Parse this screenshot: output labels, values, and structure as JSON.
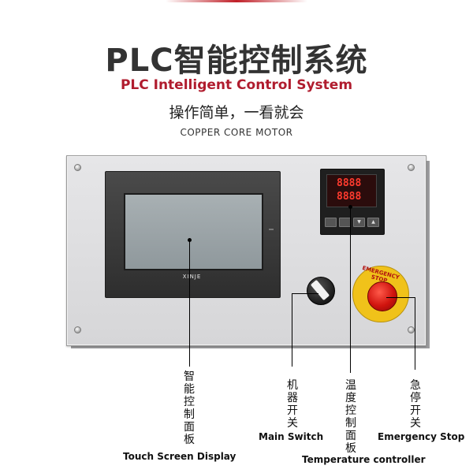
{
  "header": {
    "title_cn": "PLC智能控制系统",
    "title_en": "PLC Intelligent Control System",
    "subtitle_cn": "操作简单，一看就会",
    "subtitle_en": "COPPER CORE MOTOR"
  },
  "panel": {
    "hmi_brand": "XINJE",
    "temperature_display": [
      "8888",
      "8888"
    ]
  },
  "callouts": {
    "touch_screen": {
      "label_cn": "智能控制面板",
      "label_en": "Touch Screen Display"
    },
    "main_switch": {
      "label_cn": "机器开关",
      "label_en": "Main Switch"
    },
    "temperature": {
      "label_cn": "温度控制面板",
      "label_en": "Temperature controller"
    },
    "emergency": {
      "label_cn": "急停开关",
      "label_en": "Emergency Stop"
    }
  },
  "estop_text": "EMERGENCY STOP",
  "colors": {
    "title_red": "#b01c2e",
    "panel_gray": "#dcdcde",
    "estop_yellow": "#f0c21a",
    "estop_red": "#d0140e"
  }
}
